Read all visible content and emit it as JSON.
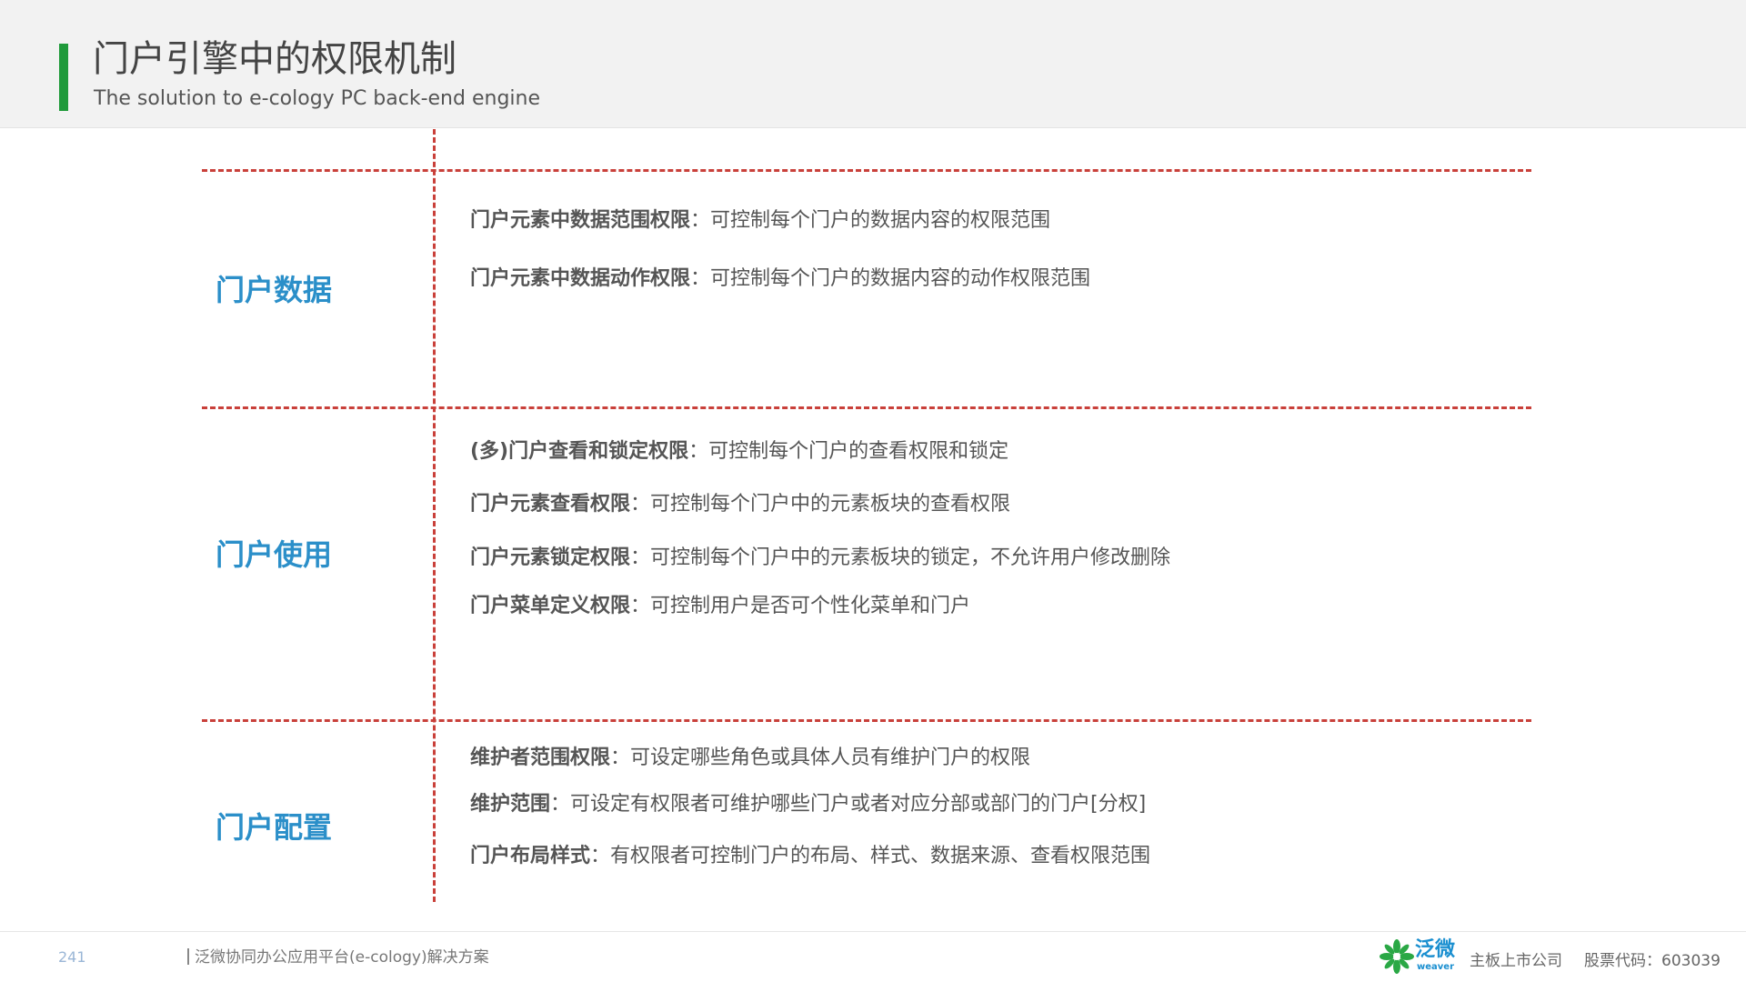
{
  "header": {
    "title": "门户引擎中的权限机制",
    "subtitle": "The solution to e-cology PC back-end engine",
    "accent_color": "#1f9a3a"
  },
  "sections": [
    {
      "label": "门户数据",
      "items": [
        {
          "term": "门户元素中数据范围权限",
          "desc": "：可控制每个门户的数据内容的权限范围"
        },
        {
          "term": "门户元素中数据动作权限",
          "desc": "：可控制每个门户的数据内容的动作权限范围"
        }
      ]
    },
    {
      "label": "门户使用",
      "items": [
        {
          "term": "(多)门户查看和锁定权限",
          "desc": "：可控制每个门户的查看权限和锁定"
        },
        {
          "term": "门户元素查看权限",
          "desc": "：可控制每个门户中的元素板块的查看权限"
        },
        {
          "term": "门户元素锁定权限",
          "desc": "：可控制每个门户中的元素板块的锁定，不允许用户修改删除"
        },
        {
          "term": "门户菜单定义权限",
          "desc": "：可控制用户是否可个性化菜单和门户"
        }
      ]
    },
    {
      "label": "门户配置",
      "items": [
        {
          "term": "维护者范围权限",
          "desc": "：可设定哪些角色或具体人员有维护门户的权限"
        },
        {
          "term": "维护范围",
          "desc": "：可设定有权限者可维护哪些门户或者对应分部或部门的门户[分权]"
        },
        {
          "term": "门户布局样式",
          "desc": "：有权限者可控制门户的布局、样式、数据来源、查看权限范围"
        }
      ]
    }
  ],
  "colors": {
    "divider": "#c9403a",
    "section_label": "#2b8fc9",
    "logo": "#1a8fd0"
  },
  "footer": {
    "page_number": "241",
    "text": "泛微协同办公应用平台(e-cology)解决方案",
    "logo_cn": "泛微",
    "logo_en": "weaver",
    "logo_icon": "weaver-flower-icon",
    "listing": "主板上市公司",
    "stock": "股票代码：603039"
  }
}
